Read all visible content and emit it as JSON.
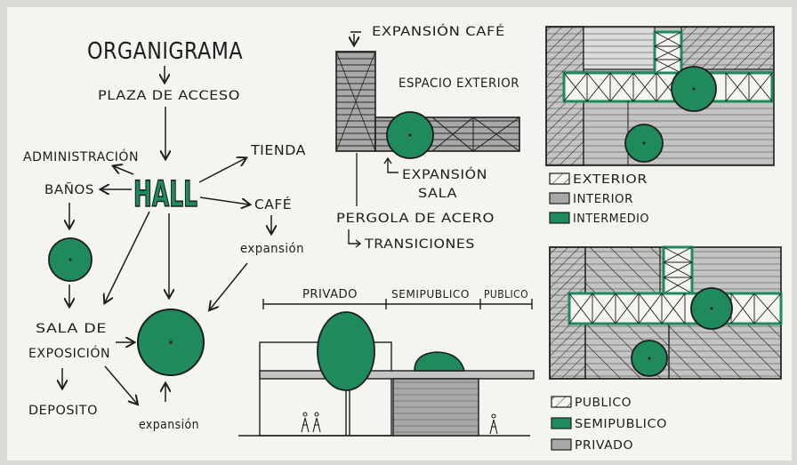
{
  "colors": {
    "paper": "#f4f4f0",
    "ink": "#1d1d1d",
    "green": "#1f8a5b",
    "green_dark": "#17704a",
    "gray": "#a8a8a8",
    "gray_light": "#c4c4c4"
  },
  "organigrama": {
    "title": "ORGANIGRAMA",
    "plaza": "PLAZA DE ACCESO",
    "hall": "HALL",
    "tienda": "TIENDA",
    "administracion": "ADMINISTRACIÓN",
    "banos": "BAÑOS",
    "cafe": "CAFÉ",
    "cafe_expansion": "expansión",
    "sala_line1": "SALA DE",
    "sala_line2": "EXPOSICIÓN",
    "deposito": "DEPOSITO",
    "sala_expansion": "expansión"
  },
  "plan_sketch": {
    "expansion_cafe": "EXPANSIÓN CAFÉ",
    "espacio_exterior": "ESPACIO EXTERIOR",
    "expansion_sala_line1": "EXPANSIÓN",
    "expansion_sala_line2": "SALA",
    "pergola": "PERGOLA DE ACERO",
    "transiciones": "TRANSICIONES"
  },
  "section_sketch": {
    "privado": "PRIVADO",
    "semipublico": "SEMIPUBLICO",
    "publico": "PUBLICO"
  },
  "legend_top": [
    "EXTERIOR",
    "INTERIOR",
    "INTERMEDIO"
  ],
  "legend_bottom": [
    "PUBLICO",
    "SEMIPUBLICO",
    "PRIVADO"
  ]
}
